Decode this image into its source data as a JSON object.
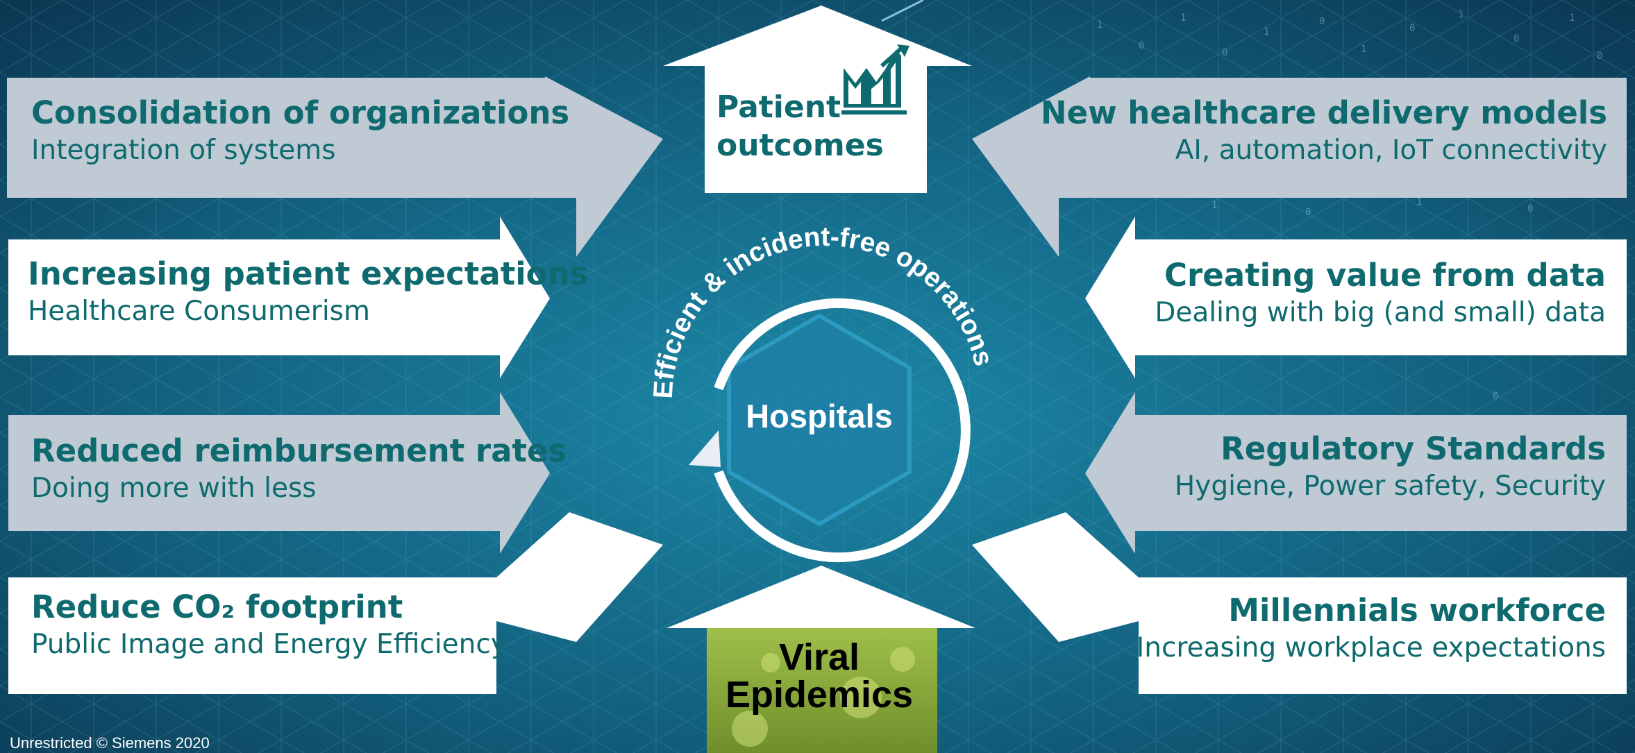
{
  "center": {
    "label": "Hospitals",
    "ring_text": "Efficient & incident-free operations"
  },
  "top_output": {
    "line1": "Patient",
    "line2": "outcomes"
  },
  "bottom_input": {
    "line1": "Viral",
    "line2": "Epidemics"
  },
  "left_drivers": [
    {
      "title": "Consolidation of organizations",
      "subtitle": "Integration of systems"
    },
    {
      "title": "Increasing patient expectations",
      "subtitle": "Healthcare Consumerism"
    },
    {
      "title": "Reduced reimbursement rates",
      "subtitle": "Doing more with less"
    },
    {
      "title": "Reduce CO₂ footprint",
      "subtitle": "Public Image and Energy Efficiency"
    }
  ],
  "right_drivers": [
    {
      "title": "New healthcare delivery models",
      "subtitle": "AI, automation, IoT connectivity"
    },
    {
      "title": "Creating value from data",
      "subtitle": "Dealing with big (and small) data"
    },
    {
      "title": "Regulatory Standards",
      "subtitle": "Hygiene, Power safety, Security"
    },
    {
      "title": "Millennials workforce",
      "subtitle": "Increasing workplace expectations"
    }
  ],
  "footer": {
    "copyright": "Unrestricted © Siemens 2020"
  },
  "colors": {
    "background": "#0f4f6b",
    "text_teal": "#0e6a6e",
    "arrow_grey": "#bfcad5",
    "arrow_white": "#ffffff",
    "hexagon": "#1f7fa6",
    "epidemic_green": "#8aa83a"
  }
}
